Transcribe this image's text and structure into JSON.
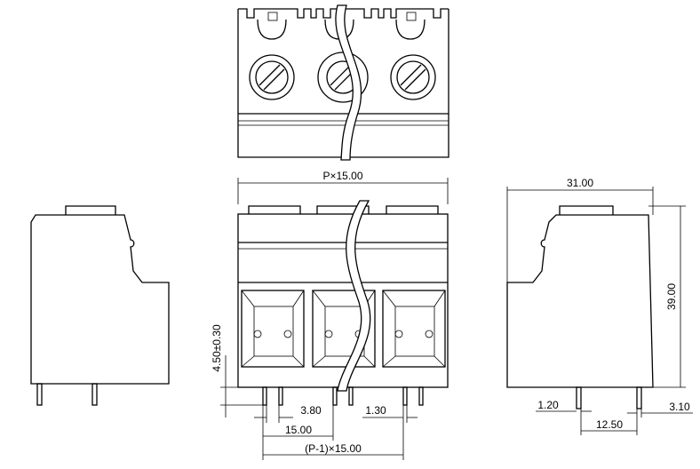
{
  "dimensions": {
    "pitch_total": "P×15.00",
    "depth": "31.00",
    "height": "39.00",
    "pin_height": "4.50±0.30",
    "pin_spacing": "3.80",
    "pin_width": "1.30",
    "pitch": "15.00",
    "pitch_span": "(P-1)×15.00",
    "side_pin_width": "1.20",
    "side_pin_spacing": "12.50",
    "side_pin_offset": "3.10"
  }
}
